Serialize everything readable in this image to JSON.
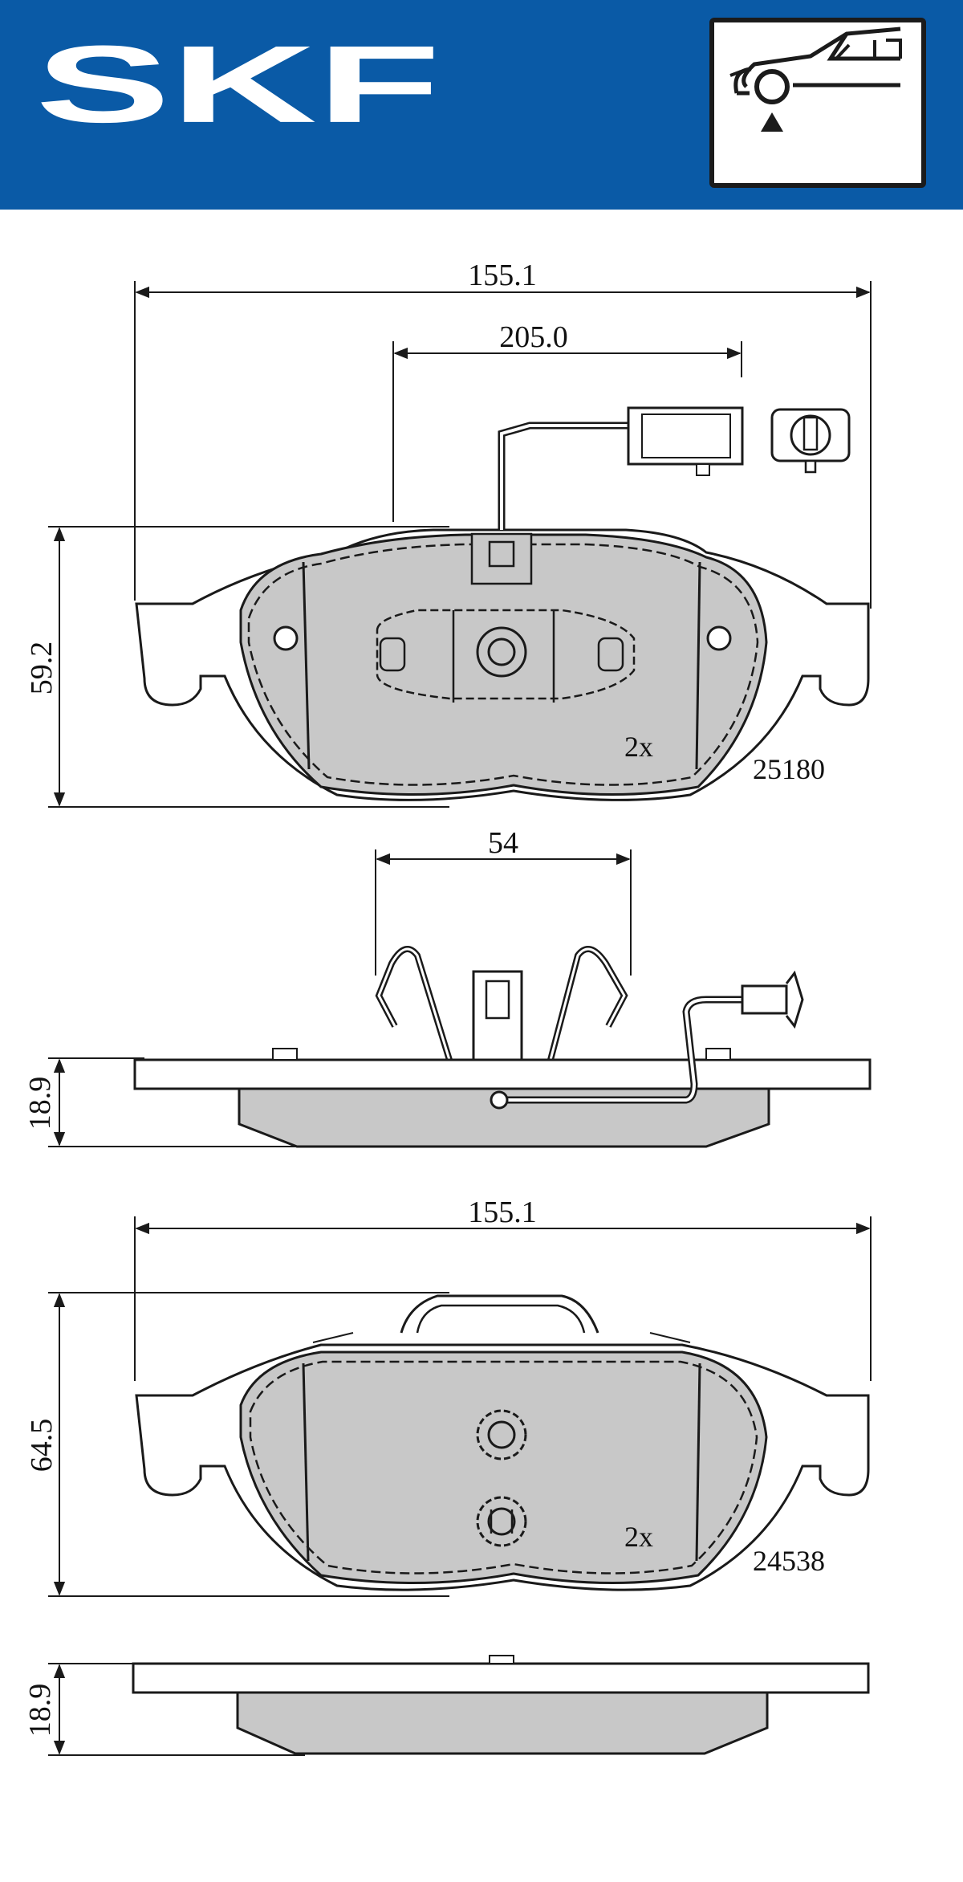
{
  "brand": {
    "name": "SKF",
    "brand_color": "#0a5aa6"
  },
  "icons": {
    "vehicle": "car-front-axle-icon"
  },
  "drawing": {
    "pad_color": "#c8c8c8",
    "line_color": "#1a1a1a",
    "pad1": {
      "width_label": "155.1",
      "wire_label": "205.0",
      "height_label": "59.2",
      "quantity": "2x",
      "part_number": "25180"
    },
    "side1": {
      "spring_label": "54",
      "thickness_label": "18.9"
    },
    "pad2": {
      "width_label": "155.1",
      "height_label": "64.5",
      "quantity": "2x",
      "part_number": "24538"
    },
    "side2": {
      "thickness_label": "18.9"
    }
  }
}
